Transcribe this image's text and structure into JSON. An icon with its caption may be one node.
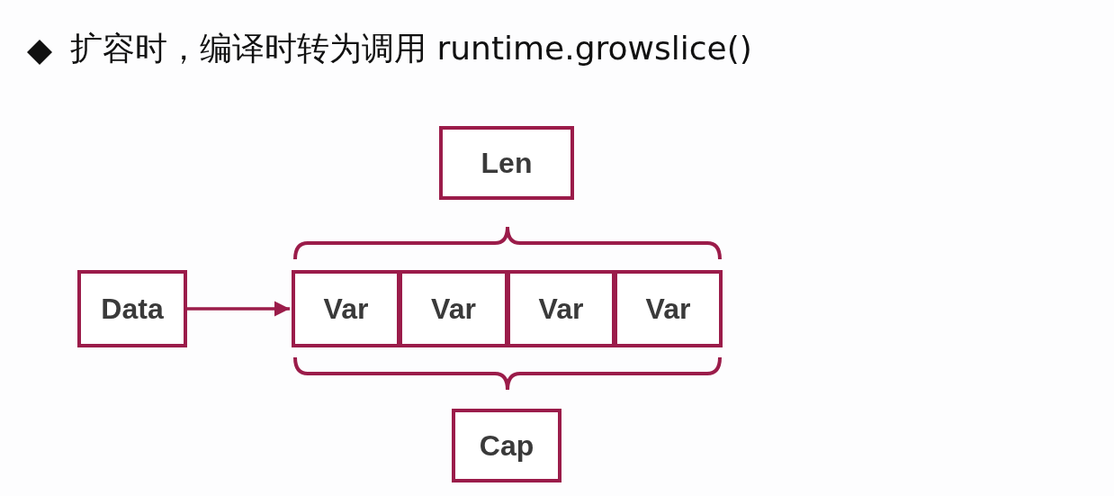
{
  "diagram": {
    "title": "扩容时，编译时转为调用 runtime.growslice()",
    "nodes": [
      {
        "text": [
          "Len"
        ]
      },
      {
        "text": [
          "Data"
        ]
      },
      {
        "text": [
          "Var"
        ]
      },
      {
        "text": [
          "Var"
        ]
      },
      {
        "text": [
          "Var"
        ]
      },
      {
        "text": [
          "Var"
        ]
      },
      {
        "text": [
          "Cap"
        ]
      }
    ],
    "edges": [
      {
        "from": 1,
        "to": 2,
        "arrow": "to"
      }
    ]
  }
}
